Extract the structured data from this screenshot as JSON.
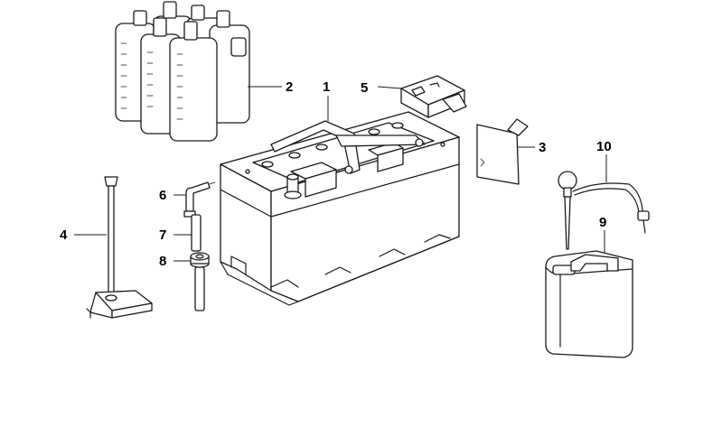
{
  "callouts": {
    "c1": "1",
    "c2": "2",
    "c3": "3",
    "c4": "4",
    "c5": "5",
    "c6": "6",
    "c7": "7",
    "c8": "8",
    "c9": "9",
    "c10": "10"
  },
  "parts": {
    "battery-box": "battery",
    "fluid-bottles": "bottles",
    "insulating-plate": "plate",
    "battery-holder-rod": "rod",
    "terminal-cover": "cover",
    "vent-elbow": "elbow",
    "vent-hose": "hose",
    "hose-grommet": "grommet",
    "water-canister": "canister",
    "hydrometer": "hydrometer"
  }
}
